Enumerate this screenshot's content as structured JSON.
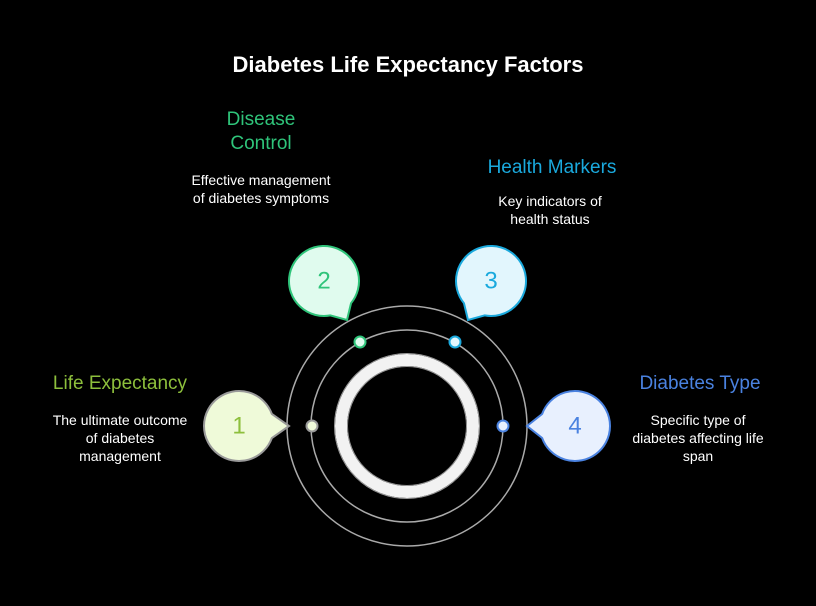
{
  "title": "Diabetes Life Expectancy Factors",
  "factors": [
    {
      "number": "1",
      "heading": "Life Expectancy",
      "description": "The ultimate outcome of diabetes management",
      "color": "#8dbf3c",
      "fill": "#effad9"
    },
    {
      "number": "2",
      "heading": "Disease Control",
      "description": "Effective management of diabetes symptoms",
      "color": "#2fc47a",
      "fill": "#e0fbee"
    },
    {
      "number": "3",
      "heading": "Health Markers",
      "description": "Key indicators of health status",
      "color": "#1aa9dd",
      "fill": "#e2f6fd"
    },
    {
      "number": "4",
      "heading": "Diabetes Type",
      "description": "Specific type of diabetes affecting life span",
      "color": "#4a82e0",
      "fill": "#e8f0fe"
    }
  ]
}
